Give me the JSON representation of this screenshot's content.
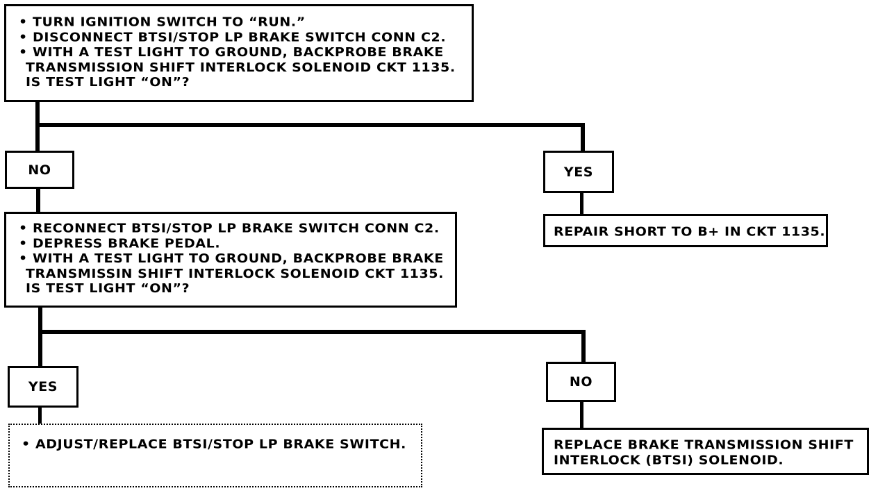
{
  "step1": {
    "lines": [
      "• TURN IGNITION SWITCH TO “RUN.”",
      "• DISCONNECT BTSI/STOP LP BRAKE SWITCH CONN C2.",
      "• WITH A TEST LIGHT TO GROUND, BACKPROBE BRAKE",
      "TRANSMISSION SHIFT INTERLOCK SOLENOID CKT 1135.",
      "IS TEST LIGHT “ON”?"
    ]
  },
  "branch1": {
    "no_label": "NO",
    "yes_label": "YES"
  },
  "result1_yes": {
    "text": "REPAIR SHORT TO B+ IN CKT 1135."
  },
  "step2": {
    "lines": [
      "• RECONNECT BTSI/STOP LP BRAKE SWITCH CONN C2.",
      "• DEPRESS BRAKE PEDAL.",
      "• WITH A TEST LIGHT TO GROUND, BACKPROBE BRAKE",
      "TRANSMISSIN SHIFT INTERLOCK SOLENOID CKT 1135.",
      "IS TEST LIGHT “ON”?"
    ]
  },
  "branch2": {
    "yes_label": "YES",
    "no_label": "NO"
  },
  "result2_yes": {
    "text": "• ADJUST/REPLACE BTSI/STOP LP BRAKE SWITCH."
  },
  "result2_no": {
    "lines": [
      "REPLACE BRAKE TRANSMISSION SHIFT",
      "INTERLOCK (BTSI) SOLENOID."
    ]
  }
}
